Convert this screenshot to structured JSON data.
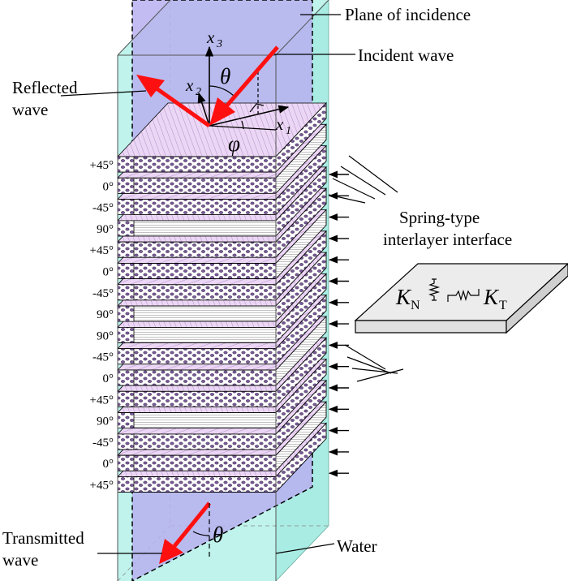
{
  "labels": {
    "plane_of_incidence": "Plane of incidence",
    "incident_wave": "Incident wave",
    "reflected_wave_line1": "Reflected",
    "reflected_wave_line2": "wave",
    "spring_line1": "Spring-type",
    "spring_line2": "interlayer interface",
    "transmitted_line1": "Transmitted",
    "transmitted_line2": "wave",
    "water": "Water"
  },
  "axes": {
    "x1": "x",
    "x1_sub": "1",
    "x2": "x",
    "x2_sub": "2",
    "x3": "x",
    "x3_sub": "3",
    "theta": "θ",
    "phi": "φ"
  },
  "spring": {
    "kn": "K",
    "kn_sub": "N",
    "kt": "K",
    "kt_sub": "T"
  },
  "layup": [
    "+45°",
    "0°",
    "-45°",
    "90°",
    "+45°",
    "0°",
    "-45°",
    "90°",
    "90°",
    "-45°",
    "0°",
    "+45°",
    "90°",
    "-45°",
    "0°",
    "+45°"
  ],
  "colors": {
    "water": "#bff3ec",
    "plane": "#b7b0f0",
    "ply_face": "#ecd6f5",
    "fiber": "#7a5c98",
    "arrow": "#ff1010"
  }
}
